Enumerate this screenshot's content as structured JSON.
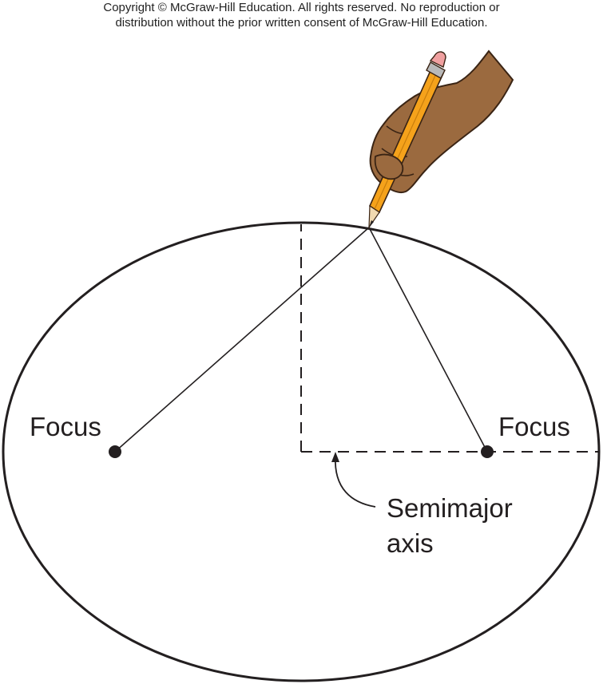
{
  "copyright": {
    "line1": "Copyright © McGraw-Hill Education.  All rights reserved. No reproduction or",
    "line2": "distribution without the prior written consent of McGraw-Hill Education."
  },
  "diagram": {
    "focus_left_label": "Focus",
    "focus_right_label": "Focus",
    "axis_label_line1": "Semimajor",
    "axis_label_line2": "axis"
  },
  "colors": {
    "ink": "#231f20",
    "skin": "#9b6a3f",
    "pencil": "#f5a21b",
    "eraser": "#f0a0a0",
    "ferrule": "#b9b9b9"
  },
  "icons": [
    "hand-with-pencil-icon"
  ]
}
